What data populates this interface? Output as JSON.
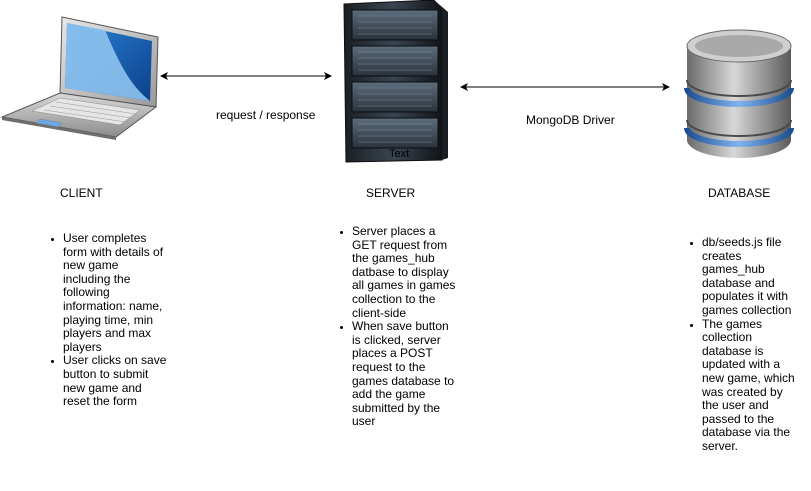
{
  "connectors": {
    "client_server_label": "request / response",
    "server_db_label": "MongoDB Driver",
    "stray_text": "Text"
  },
  "nodes": {
    "client": {
      "title": "CLIENT",
      "icon": "laptop-icon",
      "bullets": [
        "User completes form with details of new game including the following information: name, playing time, min players and max players",
        "User clicks on save button to submit new game and reset the form"
      ]
    },
    "server": {
      "title": "SERVER",
      "icon": "server-rack-icon",
      "bullets": [
        "Server places a GET request from the games_hub datbase to display all games in games collection to the client-side",
        "When save button is clicked, server places a POST request to the games database to add the game submitted by the user"
      ]
    },
    "database": {
      "title": "DATABASE",
      "icon": "database-icon",
      "bullets": [
        "db/seeds.js file creates games_hub database and populates it with games collection",
        "The games collection database is updated with a new game, which was created by the user and passed to the database via the server."
      ]
    }
  },
  "colors": {
    "screen_blue": "#1f6fbf",
    "db_accent": "#3f7fd0"
  }
}
